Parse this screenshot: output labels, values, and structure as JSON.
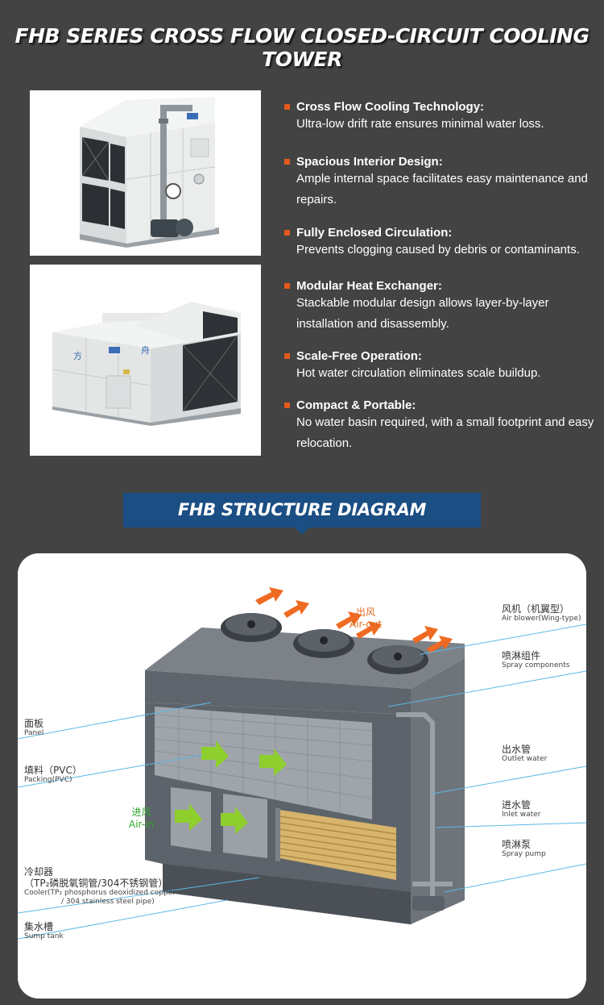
{
  "page": {
    "title": "FHB SERIES CROSS FLOW CLOSED-CIRCUIT COOLING TOWER",
    "colors": {
      "background": "#434343",
      "accent": "#e35a1c",
      "banner": "#1b4e83"
    }
  },
  "features": [
    {
      "title": "Cross Flow Cooling Technology:",
      "desc": "Ultra-low drift rate ensures minimal water loss."
    },
    {
      "title": "Spacious Interior Design:",
      "desc": "Ample internal space facilitates easy maintenance and repairs."
    },
    {
      "title": "Fully Enclosed Circulation:",
      "desc": "Prevents clogging caused by debris or contaminants."
    },
    {
      "title": "Modular Heat Exchanger:",
      "desc": "Stackable modular design allows layer-by-layer installation and disassembly."
    },
    {
      "title": "Scale-Free Operation:",
      "desc": "Hot water circulation eliminates scale buildup."
    },
    {
      "title": "Compact & Portable:",
      "desc": "No water basin required, with a small footprint and easy relocation."
    }
  ],
  "photos": {
    "second_unit_logo_chars": [
      "方",
      "舟"
    ]
  },
  "structure": {
    "banner": "FHB STRUCTURE DIAGRAM",
    "air_out": {
      "zh": "出风",
      "en": "Air-out"
    },
    "air_in": {
      "zh": "进风",
      "en": "Air-in"
    },
    "left_labels": [
      {
        "zh": "面板",
        "en": "Panel"
      },
      {
        "zh": "填料（PVC）",
        "en": "Packing(PVC)"
      },
      {
        "zh": "冷却器",
        "zh2": "（TP₂磷脱氧铜管/304不锈钢管）",
        "en": "Cooler(TP₂ phosphorus deoxidized copper",
        "en2": "/ 304 stainless steel pipe)"
      },
      {
        "zh": "集水槽",
        "en": "Sump tank"
      }
    ],
    "right_labels": [
      {
        "zh": "风机（机翼型）",
        "en": "Air blower(Wing-type)"
      },
      {
        "zh": "喷淋组件",
        "en": "Spray components"
      },
      {
        "zh": "出水管",
        "en": "Outlet water"
      },
      {
        "zh": "进水管",
        "en": "Inlet water"
      },
      {
        "zh": "喷淋泵",
        "en": "Spray pump"
      }
    ]
  }
}
